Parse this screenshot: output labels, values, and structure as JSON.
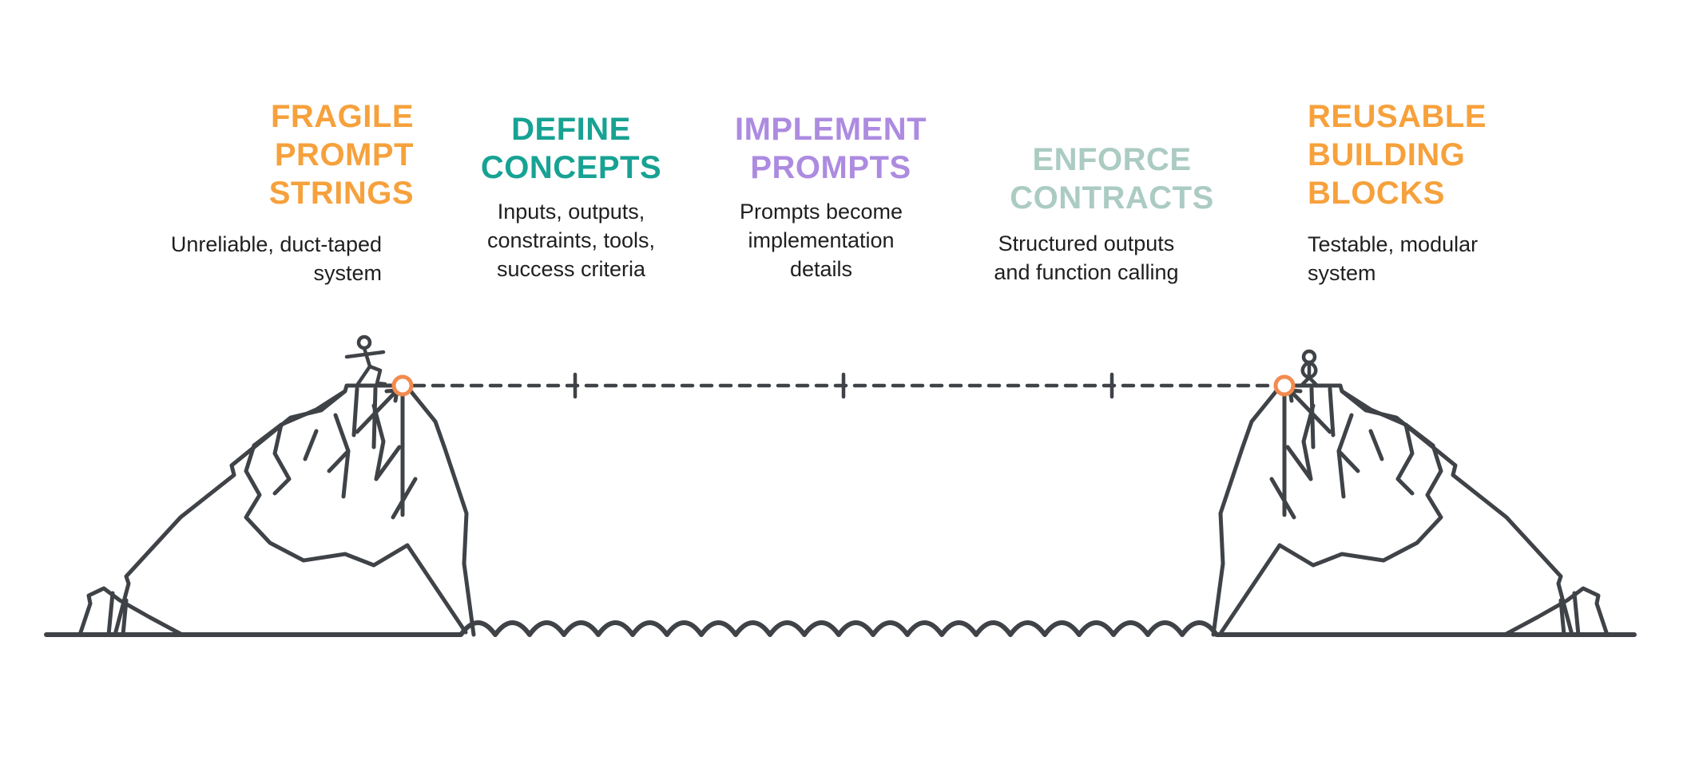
{
  "columns": [
    {
      "id": "fragile-prompt-strings",
      "title_lines": [
        "FRAGILE",
        "PROMPT",
        "STRINGS"
      ],
      "title_color": "#F6A13C",
      "desc_lines": [
        "Unreliable, duct-taped",
        "system"
      ]
    },
    {
      "id": "define-concepts",
      "title_lines": [
        "DEFINE",
        "CONCEPTS"
      ],
      "title_color": "#17A293",
      "desc_lines": [
        "Inputs, outputs,",
        "constraints, tools,",
        "success criteria"
      ]
    },
    {
      "id": "implement-prompts",
      "title_lines": [
        "IMPLEMENT",
        "PROMPTS"
      ],
      "title_color": "#AD8BE0",
      "desc_lines": [
        "Prompts become",
        "implementation",
        "details"
      ]
    },
    {
      "id": "enforce-contracts",
      "title_lines": [
        "ENFORCE",
        "CONTRACTS"
      ],
      "title_color": "#ABCBC3",
      "desc_lines": [
        "Structured outputs",
        "and function calling"
      ]
    },
    {
      "id": "reusable-building-blocks",
      "title_lines": [
        "REUSABLE",
        "BUILDING",
        "BLOCKS"
      ],
      "title_color": "#F6A13C",
      "desc_lines": [
        "Testable, modular",
        "system"
      ]
    }
  ],
  "illustration": {
    "colors": {
      "ink": "#3F4347",
      "anchor": "#F28B4E"
    },
    "scene": "Two hand-shaped cliffs above water connected by a dashed tightrope with three segment ticks",
    "left_figure": "stick figure stepping toward the rope anchor",
    "right_figure": "stick figure standing at the far anchor",
    "rope_style": "dashed line with orange anchor rings at both ends"
  }
}
